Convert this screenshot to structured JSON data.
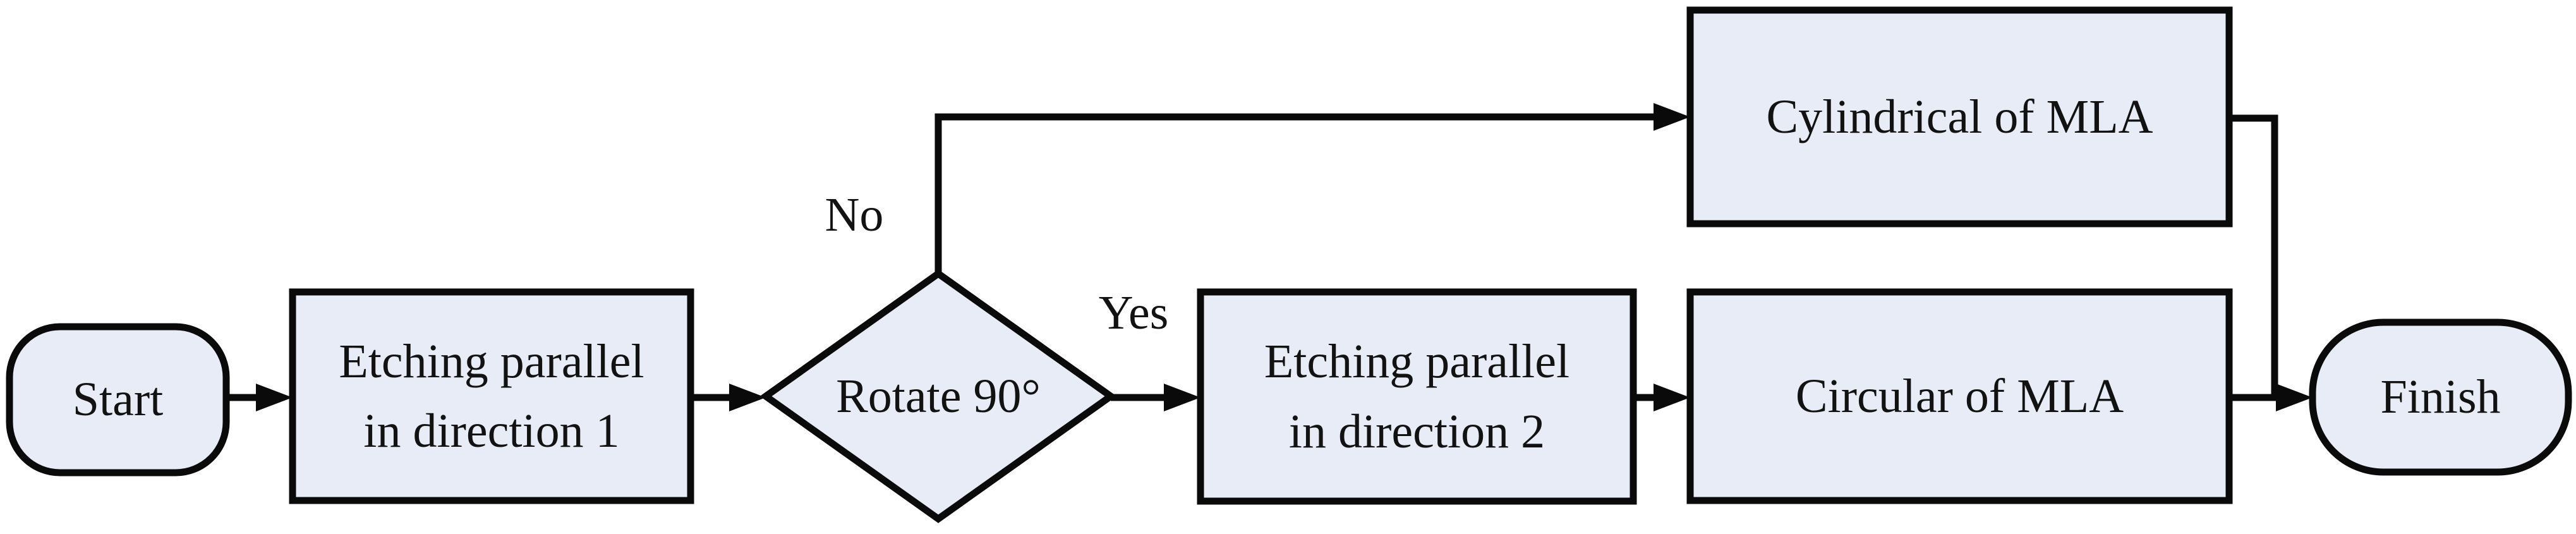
{
  "colors": {
    "node_fill": "#E7ECF6",
    "node_border": "#0A0A0A",
    "background": "#FFFFFF",
    "text": "#121212"
  },
  "nodes": {
    "start": {
      "type": "terminator",
      "label": "Start"
    },
    "etching1": {
      "type": "process",
      "lines": [
        "Etching parallel",
        "in direction 1"
      ]
    },
    "rotate": {
      "type": "decision",
      "label": "Rotate 90°"
    },
    "etching2": {
      "type": "process",
      "lines": [
        "Etching parallel",
        "in direction 2"
      ]
    },
    "cylindrical": {
      "type": "process",
      "label": "Cylindrical of MLA"
    },
    "circular": {
      "type": "process",
      "label": "Circular of MLA"
    },
    "finish": {
      "type": "terminator",
      "label": "Finish"
    }
  },
  "edges": [
    {
      "from": "start",
      "to": "etching1",
      "label": ""
    },
    {
      "from": "etching1",
      "to": "rotate",
      "label": ""
    },
    {
      "from": "rotate",
      "to": "cylindrical",
      "label": "No"
    },
    {
      "from": "rotate",
      "to": "etching2",
      "label": "Yes"
    },
    {
      "from": "etching2",
      "to": "circular",
      "label": ""
    },
    {
      "from": "circular",
      "to": "finish",
      "label": ""
    },
    {
      "from": "cylindrical",
      "to": "finish",
      "label": ""
    }
  ]
}
